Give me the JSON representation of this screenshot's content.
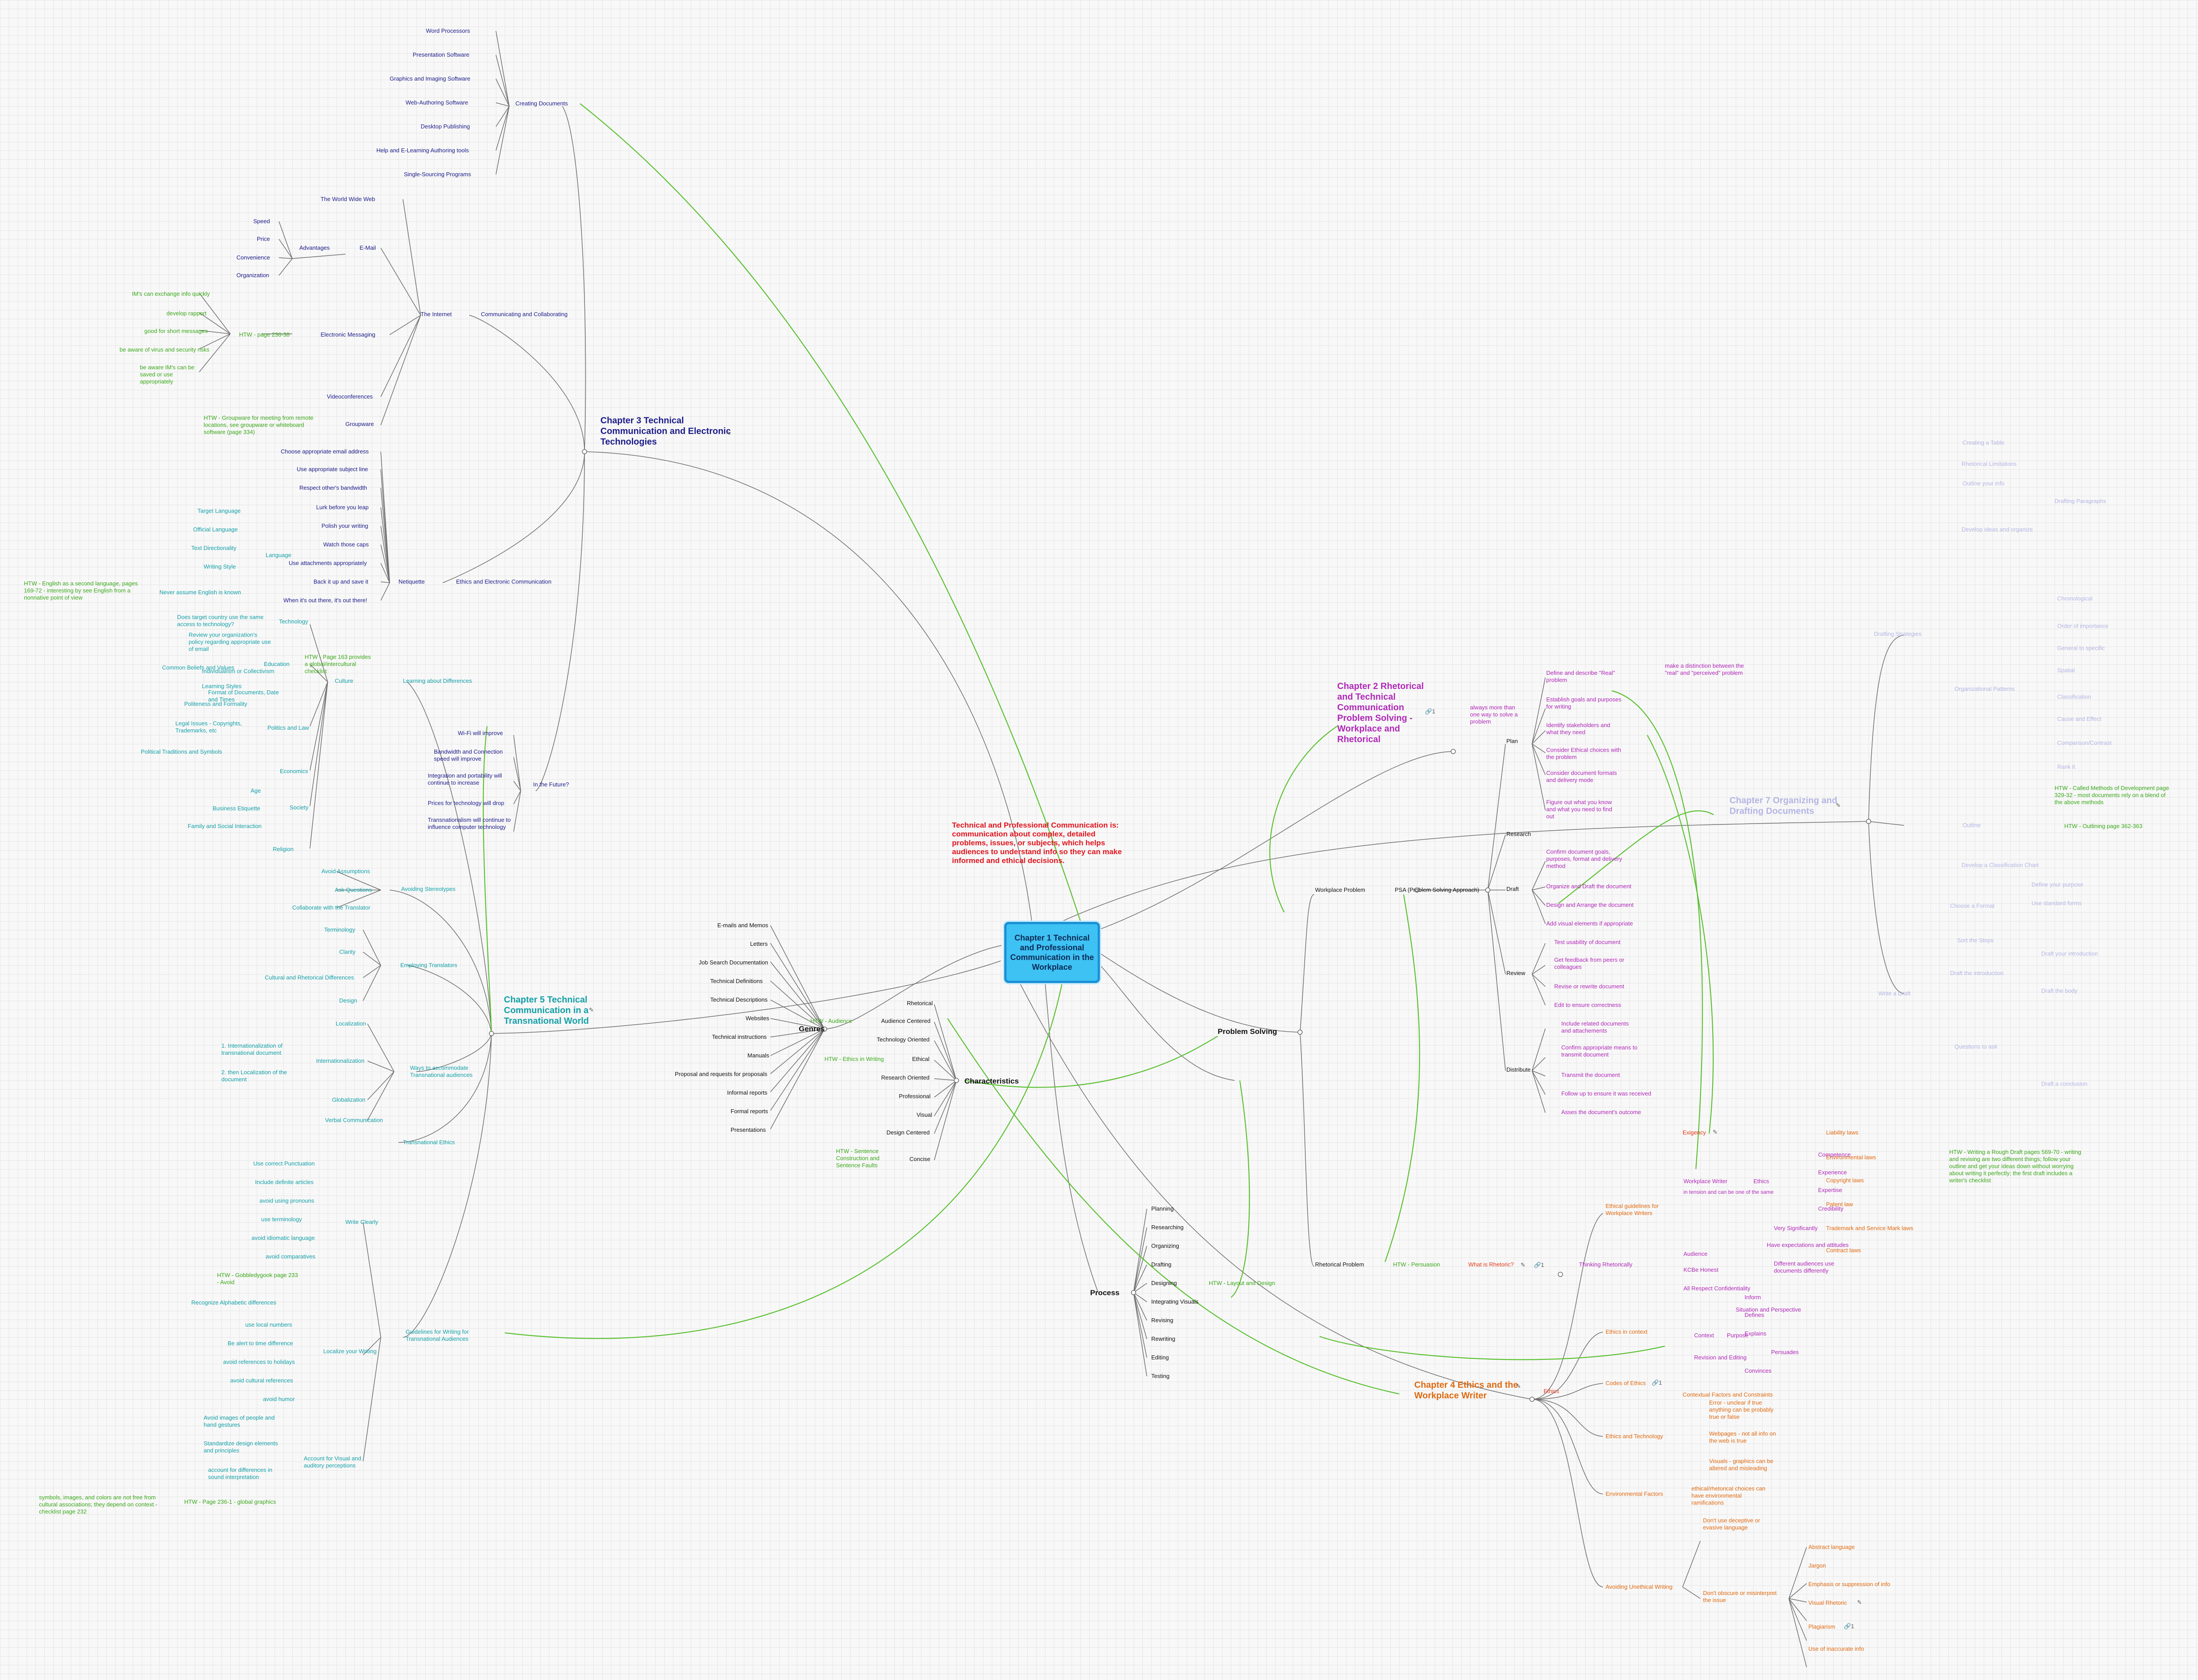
{
  "central": {
    "title": "Chapter 1 Technical and Professional Communication in the Workplace",
    "definition": "Technical and Professional Communication is: communication about complex, detailed problems, issues, or subjects, which helps audiences to understand info so they can make informed and ethical decisions."
  },
  "main_branches": {
    "genres": "Genres",
    "characteristics": "Characteristics",
    "process": "Process",
    "problem_solving": "Problem Solving"
  },
  "chapters": {
    "ch2": "Chapter 2 Rhetorical and Technical Communication Problem Solving - Workplace and Rhetorical",
    "ch3": "Chapter 3 Technical Communication and Electronic Technologies",
    "ch4": "Chapter 4 Ethics and the Workplace Writer",
    "ch5": "Chapter 5 Technical Communication in a Transnational World",
    "ch7": "Chapter 7 Organizing and Drafting Documents"
  },
  "icons": {
    "note": "note-icon",
    "link": "link-icon"
  },
  "genres": [
    "E-mails and Memos",
    "Letters",
    "Job Search Documentation",
    "Technical Definitions",
    "Technical Descriptions",
    "Websites",
    "Technical instructions",
    "Manuals",
    "Proposal and requests for proposals",
    "Informal reports",
    "Formal reports",
    "Presentations"
  ],
  "characteristics": {
    "items": [
      "Rhetorical",
      "Audience Centered",
      "Technology Oriented",
      "Ethical",
      "Research Oriented",
      "Professional",
      "Visual",
      "Design Centered",
      "Concise"
    ],
    "notes": {
      "audience": "HTW - Audience",
      "ethics": "HTW - Ethics in Writing",
      "concise": "HTW - Sentence Construction and Sentence Faults"
    }
  },
  "process": {
    "items": [
      "Planning",
      "Researching",
      "Organizing",
      "Drafting",
      "Designing",
      "Integrating Visuals",
      "Revising",
      "Rewriting",
      "Editing",
      "Testing"
    ],
    "note": "HTW - Layout and Design"
  },
  "problem_solving": {
    "workplace_problem": "Workplace Problem",
    "psa": "PSA (Problem Solving Approach)",
    "rhetorical_problem": "Rhetorical Problem",
    "persuasion": "HTW - Persuasion",
    "what_rhetoric": "What is Rhetoric?",
    "thinking_rhetorically": "Thinking Rhetorically",
    "count": "1",
    "plan": "Plan",
    "research": "Research",
    "draft": "Draft",
    "review": "Review",
    "distribute": "Distribute",
    "more_than_one": "always more than one way to solve a problem",
    "plan_items": [
      "Define and describe \"Real\" problem",
      "Establish goals and purposes for writing",
      "Identify stakeholders and what they need",
      "Consider Ethical choices with the problem",
      "Consider document formats and delivery mode",
      "Figure out what you know and what you need to find out"
    ],
    "real_note": "make a distinction between the \"real\" and \"perceived\" problem",
    "draft_items": [
      "Confirm document goals, purposes, format and delivery method",
      "Organize and Draft the document",
      "Design and Arrange the document",
      "Add visual elements if appropriate"
    ],
    "review_items": [
      "Test usability of document",
      "Get feedback from peers or colleagues",
      "Revise or rewrite document",
      "Edit to ensure correctness"
    ],
    "distribute_items": [
      "Include related documents and attachements",
      "Confirm appropriate means to transmit document",
      "Transmit the document",
      "Follow up to ensure it was received",
      "Asses the document's outcome"
    ]
  },
  "rhetoric": {
    "exigency": "Exigency",
    "workplace_writer": "Workplace Writer",
    "ethics": "Ethics",
    "in_tension": "in tension and can be one of the same",
    "audience": "Audience",
    "kcbh": "KCBe Honest",
    "all_respect": "All Respect Confidentiality",
    "context": "Context",
    "purpose": "Purpose",
    "situation": "Situation and Perspective",
    "revision_editing": "Revision and Editing",
    "very_significantly": "Very Significantly",
    "have_expectations": "Have expectations and attitudes",
    "different_audiences": "Different audiences use documents differently",
    "inform": "Inform",
    "defines": "Defines",
    "explains": "Explains",
    "persuades": "Persuades",
    "convinces": "Convinces",
    "laws": [
      "Liability laws",
      "Environmental laws",
      "Copyright laws",
      "Patent law",
      "Trademark and Service Mark laws",
      "Contract laws"
    ],
    "values": [
      "Competence",
      "Experience",
      "Expertise",
      "Credibility"
    ]
  },
  "ethics_ch4": {
    "ethics": "Ethics",
    "guidelines": "Ethical guidelines for Workplace Writers",
    "in_context": "Ethics in context",
    "codes": "Codes of Ethics",
    "contextual_factors": "Contextual Factors and Constraints",
    "technology": "Ethics and Technology",
    "environmental": "Environmental Factors",
    "avoiding": "Avoiding Unethical Writing",
    "codes_note": "Error - unclear if true anything can be probably true or false",
    "webpages": "Webpages - not all info on the web is true",
    "visuals": "Visuals - graphics can be altered and misleading",
    "ethical_rhetorical": "ethical/rhetorical choices can have environmental ramifications",
    "dont_deceptive": "Don't use deceptive or evasive language",
    "dont_obscure": "Don't obscure or misinterpret the issue",
    "unethical": [
      "Abstract language",
      "Jargon",
      "Emphasis or suppression of info",
      "Visual Rhetoric",
      "Plagiarism",
      "Use of inaccurate info"
    ]
  },
  "ch3": {
    "creating_documents": "Creating Documents",
    "creating_items": [
      "Word Processors",
      "Presentation Software",
      "Graphics and Imaging Software",
      "Web-Authoring Software",
      "Desktop Publishing",
      "Help and E-Learning Authoring tools",
      "Single-Sourcing Programs"
    ],
    "communicating": "Communicating and Collaborating",
    "internet": "The Internet",
    "www": "The World Wide Web",
    "email": "E-Mail",
    "advantages": "Advantages",
    "adv_items": [
      "Speed",
      "Price",
      "Convenience",
      "Organization"
    ],
    "electronic_messaging": "Electronic Messaging",
    "htw_236": "HTW - page 236-38",
    "em_items": [
      "IM's can exchange info quickly",
      "develop rapport",
      "good for short messages",
      "be aware of virus and security risks",
      "be aware IM's can be saved or use appropriately"
    ],
    "videoconferences": "Videoconferences",
    "groupware": "Groupware",
    "groupware_note": "HTW - Groupware for meeting from remote locations, see groupware or whiteboard software (page 334)",
    "ethics_electronic": "Ethics and Electronic Communication",
    "netiquette": "Netiquette",
    "netiquette_items": [
      "Choose appropriate email address",
      "Use appropriate subject line",
      "Respect other's bandwidth",
      "Lurk before you leap",
      "Polish your writing",
      "Watch those caps",
      "Use attachments appropriately",
      "Back it up and save it",
      "When it's out there, it's out there!"
    ],
    "future": "In the Future?",
    "future_items": [
      "Wi-Fi will improve",
      "Bandwidth and Connection speed will improve",
      "Integration and portability will continue to increase",
      "Prices for technology will drop",
      "Transnationalism will continue to influence computer technology"
    ]
  },
  "ch5": {
    "learning": "Learning about Differences",
    "language": "Language",
    "language_items": [
      "Target Language",
      "Official Language",
      "Text Directionality",
      "Writing Style",
      "Never assume English is known"
    ],
    "english_note": "HTW - English as a second language, pages 169-72 - interesting by see English from a nonnative point of view",
    "technology": "Technology",
    "education": "Education",
    "culture": "Culture",
    "politics": "Politics and Law",
    "economics": "Economics",
    "society": "Society",
    "religion": "Religion",
    "htw_163": "HTW - Page 163 provides a global/intercultural checklist",
    "society_items": [
      "Age",
      "Business Etiquette",
      "Family and Social Interaction"
    ],
    "tech_notes": [
      "Does target country use the same access to technology?",
      "Review your organization's policy regarding appropriate use of email"
    ],
    "culture_notes": [
      "Common Beliefs and Values",
      "Individualism or Collectivism",
      "Learning Styles",
      "Format of Documents, Date and Times",
      "Politeness and Formality",
      "Legal Issues - Copyrights, Trademarks, etc",
      "Political Traditions and Symbols"
    ],
    "avoiding_stereotypes": "Avoiding Stereotypes",
    "stereo_items": [
      "Avoid Assumptions",
      "Ask Questions",
      "Collaborate with the Translator"
    ],
    "employing_translators": "Employing Translators",
    "translator_items": [
      "Terminology",
      "Clarity",
      "Cultural and Rhetorical Differences",
      "Design"
    ],
    "ways": "Ways to accommodate Transnational audiences",
    "localization": "Localization",
    "internationalization": "Internationalization",
    "globalization": "Globalization",
    "verbal": "Verbal Communication",
    "intl_notes": [
      "1. Internationalization of transnational document",
      "2. then Localization of the document"
    ],
    "transnational_ethics": "Transnational Ethics",
    "guidelines": "Guidelines for Writing for Transnational Audiences",
    "write_clearly": "Write Clearly",
    "write_items": [
      "Use correct Punctuation",
      "Include definite articles",
      "avoid using pronouns",
      "use terminology",
      "avoid idiomatic language",
      "avoid comparatives"
    ],
    "htw_gobbledygook": "HTW - Gobbledygook page 233 - Avoid",
    "localize": "Localize your Writing",
    "localize_items": [
      "Recognize Alphabetic differences",
      "use local numbers",
      "Be alert to time difference",
      "avoid references to holidays",
      "avoid cultural references",
      "avoid humor"
    ],
    "visual_auditory": "Account for Visual and auditory perceptions",
    "visual_items": [
      "Avoid images of people and hand gestures",
      "Standardize design elements and principles",
      "account for differences in sound interpretation"
    ],
    "htw_graphics": "HTW - Page 236-1 - global graphics",
    "graphics_note": "symbols, images, and colors are not free from cultural associations; they depend on context - checklist page 232"
  },
  "ch7": {
    "items": [
      "Creating a Table",
      "Rhetorical Limitations",
      "Outline your info",
      "Develop ideas and organize",
      "Organizational Patterns",
      "Drafting Strategies",
      "Outline",
      "Develop a Classification Chart",
      "Choose a Format",
      "Define your purpose",
      "Use standard forms",
      "Sort the Steps",
      "Draft the introduction",
      "Draft the body",
      "Draft a conclusion",
      "Questions to ask",
      "Write a Draft",
      "Draft your introduction",
      "Drafting Paragraphs",
      "Chronological",
      "Order of importance",
      "General to specific",
      "Spatial",
      "Classification",
      "Cause and Effect",
      "Comparison/Contrast",
      "Rank it"
    ],
    "htw_outlining": "HTW - Outlining page 362-363",
    "htw_methods": "HTW - Called Methods of Development page 329-32 - most documents rely on a blend of the above methods",
    "htw_draft": "HTW - Writing a Rough Draft pages 569-70 - writing and revising are two different things; follow your outline and get your ideas down without worrying about writing it perfectly; the first draft includes a writer's checklist"
  },
  "colors": {
    "navy": "#1c1c8a",
    "teal": "#14a0a8",
    "green": "#3aa81a",
    "purple": "#b028b8",
    "orange": "#e06a10",
    "red": "#e23a1a",
    "lavender": "#b4b4e4",
    "central_fill": "#3ec1f3"
  }
}
